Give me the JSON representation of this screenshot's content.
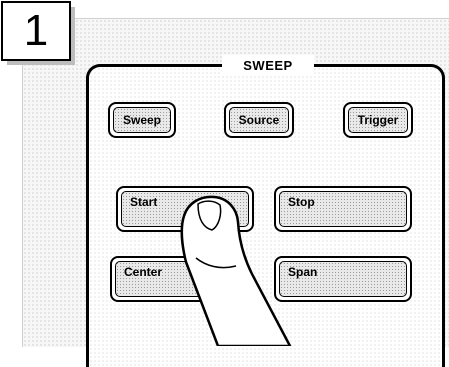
{
  "step": {
    "number": "1"
  },
  "sweep_panel": {
    "title": "SWEEP",
    "keys": {
      "sweep": "Sweep",
      "source": "Source",
      "trigger": "Trigger",
      "start": "Start",
      "stop": "Stop",
      "center": "Center",
      "span": "Span"
    }
  },
  "icons": {
    "hand": "pressing-finger-icon"
  }
}
